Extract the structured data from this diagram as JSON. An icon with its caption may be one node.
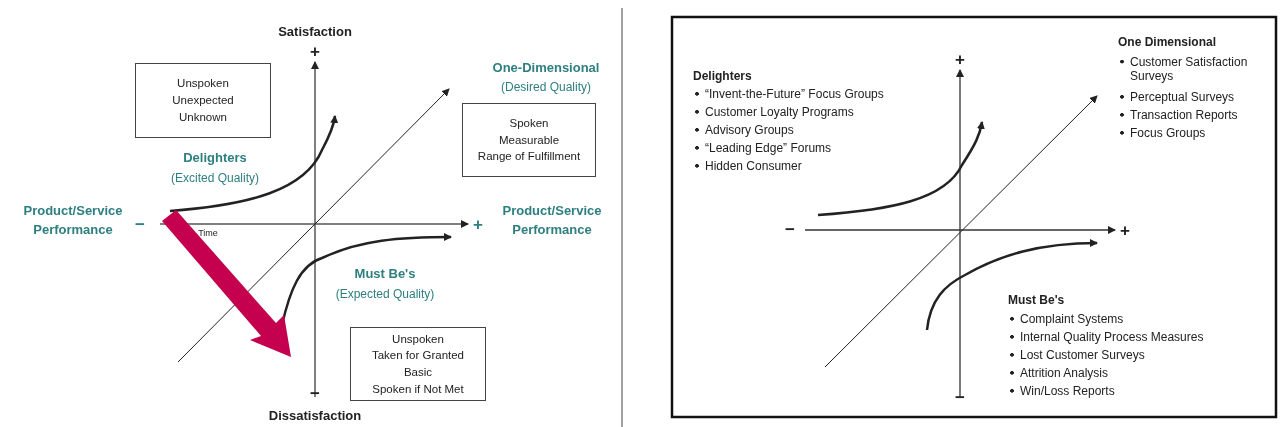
{
  "diagram": {
    "nodes": [
      {
        "text": [
          "Unspoken",
          "Unexpected",
          "Unknown"
        ]
      },
      {
        "text": [
          "Spoken",
          "Measurable",
          "Range of Fulfillment"
        ]
      },
      {
        "text": [
          "Unspoken",
          "Taken for Granted",
          "Basic",
          "Spoken if Not Met"
        ]
      }
    ],
    "edges": [],
    "labels": [
      "Satisfaction",
      "+",
      "One-Dimensional",
      "(Desired Quality)",
      "Delighters",
      "(Excited Quality)",
      "Product/Service Performance",
      "−",
      "Time",
      "Product/Service Performance",
      "+",
      "Must Be's",
      "(Expected Quality)",
      "−",
      "Dissatisfaction",
      "Delighters",
      "“Invent-the-Future” Focus Groups",
      "Customer Loyalty Programs",
      "Advisory Groups",
      "“Leading Edge” Forums",
      "Hidden Consumer",
      "One Dimensional",
      "Customer Satisfaction Surveys",
      "Perceptual Surveys",
      "Transaction Reports",
      "Focus Groups",
      "+",
      "−",
      "+",
      "Must Be's",
      "Complaint Systems",
      "Internal Quality Process Measures",
      "Lost Customer Surveys",
      "Attrition Analysis",
      "Win/Loss Reports",
      "−"
    ]
  }
}
